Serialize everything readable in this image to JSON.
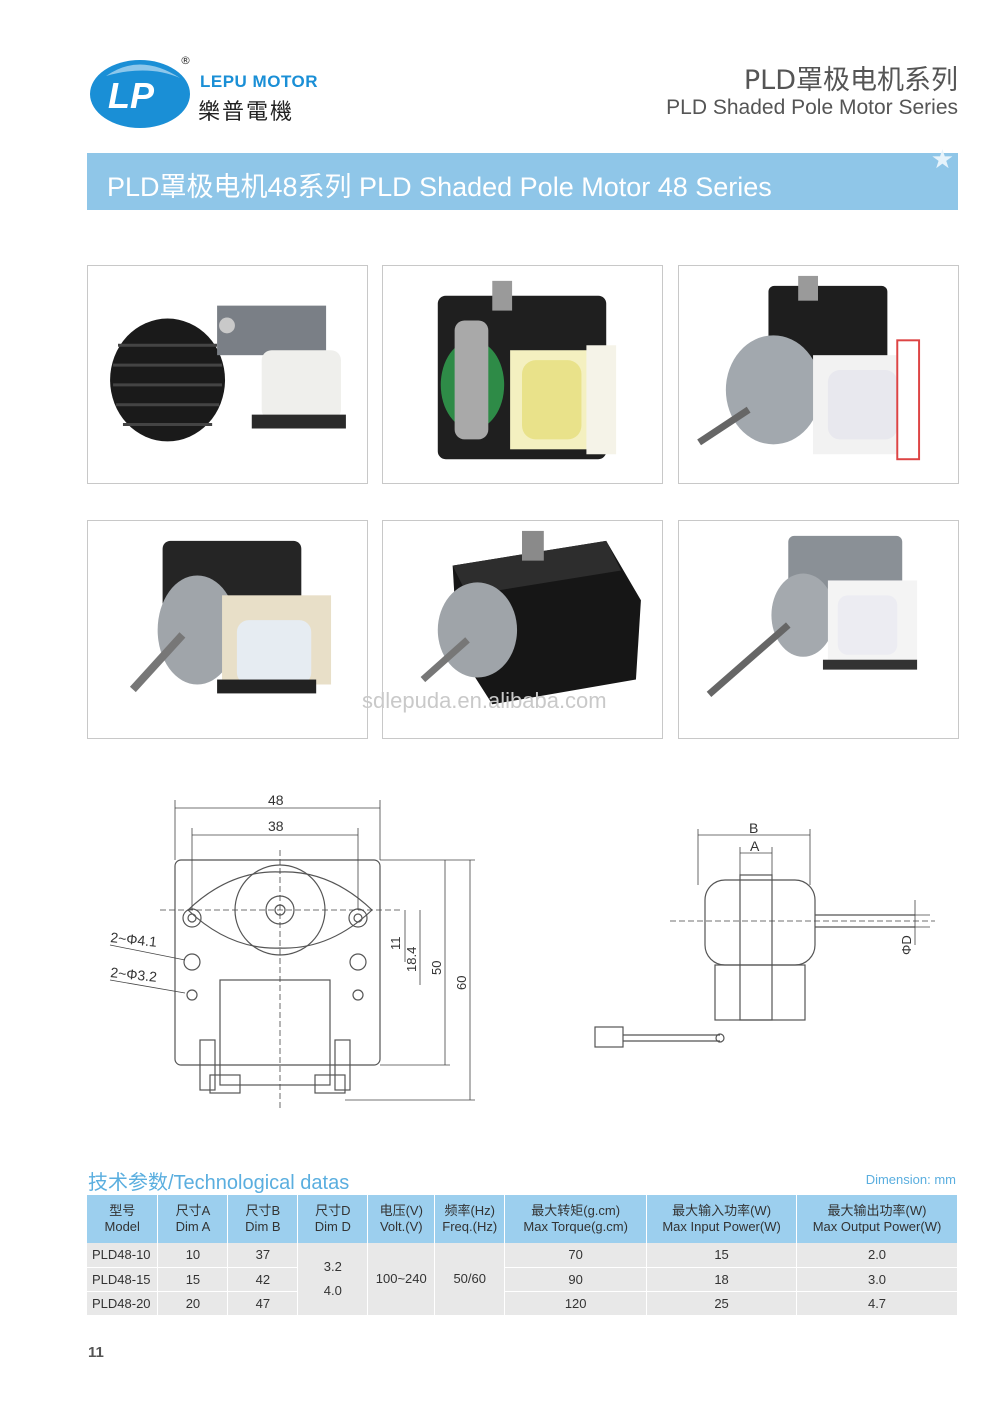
{
  "header": {
    "logo_mark": "LP",
    "logo_reg": "®",
    "logo_en": "LEPU MOTOR",
    "logo_cn": "樂普電機",
    "title_cn": "PLD罩极电机系列",
    "title_en": "PLD Shaded Pole Motor Series"
  },
  "banner": {
    "text": "PLD罩极电机48系列  PLD Shaded Pole Motor 48 Series"
  },
  "photos": [
    {
      "icon": "motor-with-black-fan-photo"
    },
    {
      "icon": "motor-black-frame-yellow-coil-photo"
    },
    {
      "icon": "motor-grey-housing-white-coil-photo"
    },
    {
      "icon": "motor-long-shaft-beige-coil-photo"
    },
    {
      "icon": "motor-enclosed-black-case-photo"
    },
    {
      "icon": "motor-grey-frame-long-shaft-photo"
    }
  ],
  "watermark": "sdlepuda.en.alibaba.com",
  "drawing_front": {
    "dim_48": "48",
    "dim_38": "38",
    "dim_11": "11",
    "dim_18_4": "18.4",
    "dim_50": "50",
    "dim_60": "60",
    "hole_41": "2~Φ4.1",
    "hole_32": "2~Φ3.2"
  },
  "drawing_side": {
    "dim_b": "B",
    "dim_a": "A",
    "dim_d": "ΦD"
  },
  "table": {
    "title": "技术参数/Technological datas",
    "unit": "Dimension: mm",
    "headers": [
      {
        "cn": "型号",
        "en": "Model"
      },
      {
        "cn": "尺寸A",
        "en": "Dim A"
      },
      {
        "cn": "尺寸B",
        "en": "Dim B"
      },
      {
        "cn": "尺寸D",
        "en": "Dim D"
      },
      {
        "cn": "电压(V)",
        "en": "Volt.(V)"
      },
      {
        "cn": "频率(Hz)",
        "en": "Freq.(Hz)"
      },
      {
        "cn": "最大转矩(g.cm)",
        "en": "Max Torque(g.cm)"
      },
      {
        "cn": "最大输入功率(W)",
        "en": "Max Input Power(W)"
      },
      {
        "cn": "最大输出功率(W)",
        "en": "Max Output Power(W)"
      }
    ],
    "rows": [
      {
        "model": "PLD48-10",
        "dim_a": "10",
        "dim_b": "37",
        "torque": "70",
        "input": "15",
        "output": "2.0"
      },
      {
        "model": "PLD48-15",
        "dim_a": "15",
        "dim_b": "42",
        "torque": "90",
        "input": "18",
        "output": "3.0"
      },
      {
        "model": "PLD48-20",
        "dim_a": "20",
        "dim_b": "47",
        "torque": "120",
        "input": "25",
        "output": "4.7"
      }
    ],
    "dim_d_values": [
      "3.2",
      "4.0"
    ],
    "voltage": "100~240",
    "frequency": "50/60"
  },
  "page_number": "11",
  "colors": {
    "accent_blue": "#1a8fd6",
    "banner_blue": "#8fc6e8",
    "table_header": "#9ccfee",
    "table_cell": "#e8e8e8"
  }
}
